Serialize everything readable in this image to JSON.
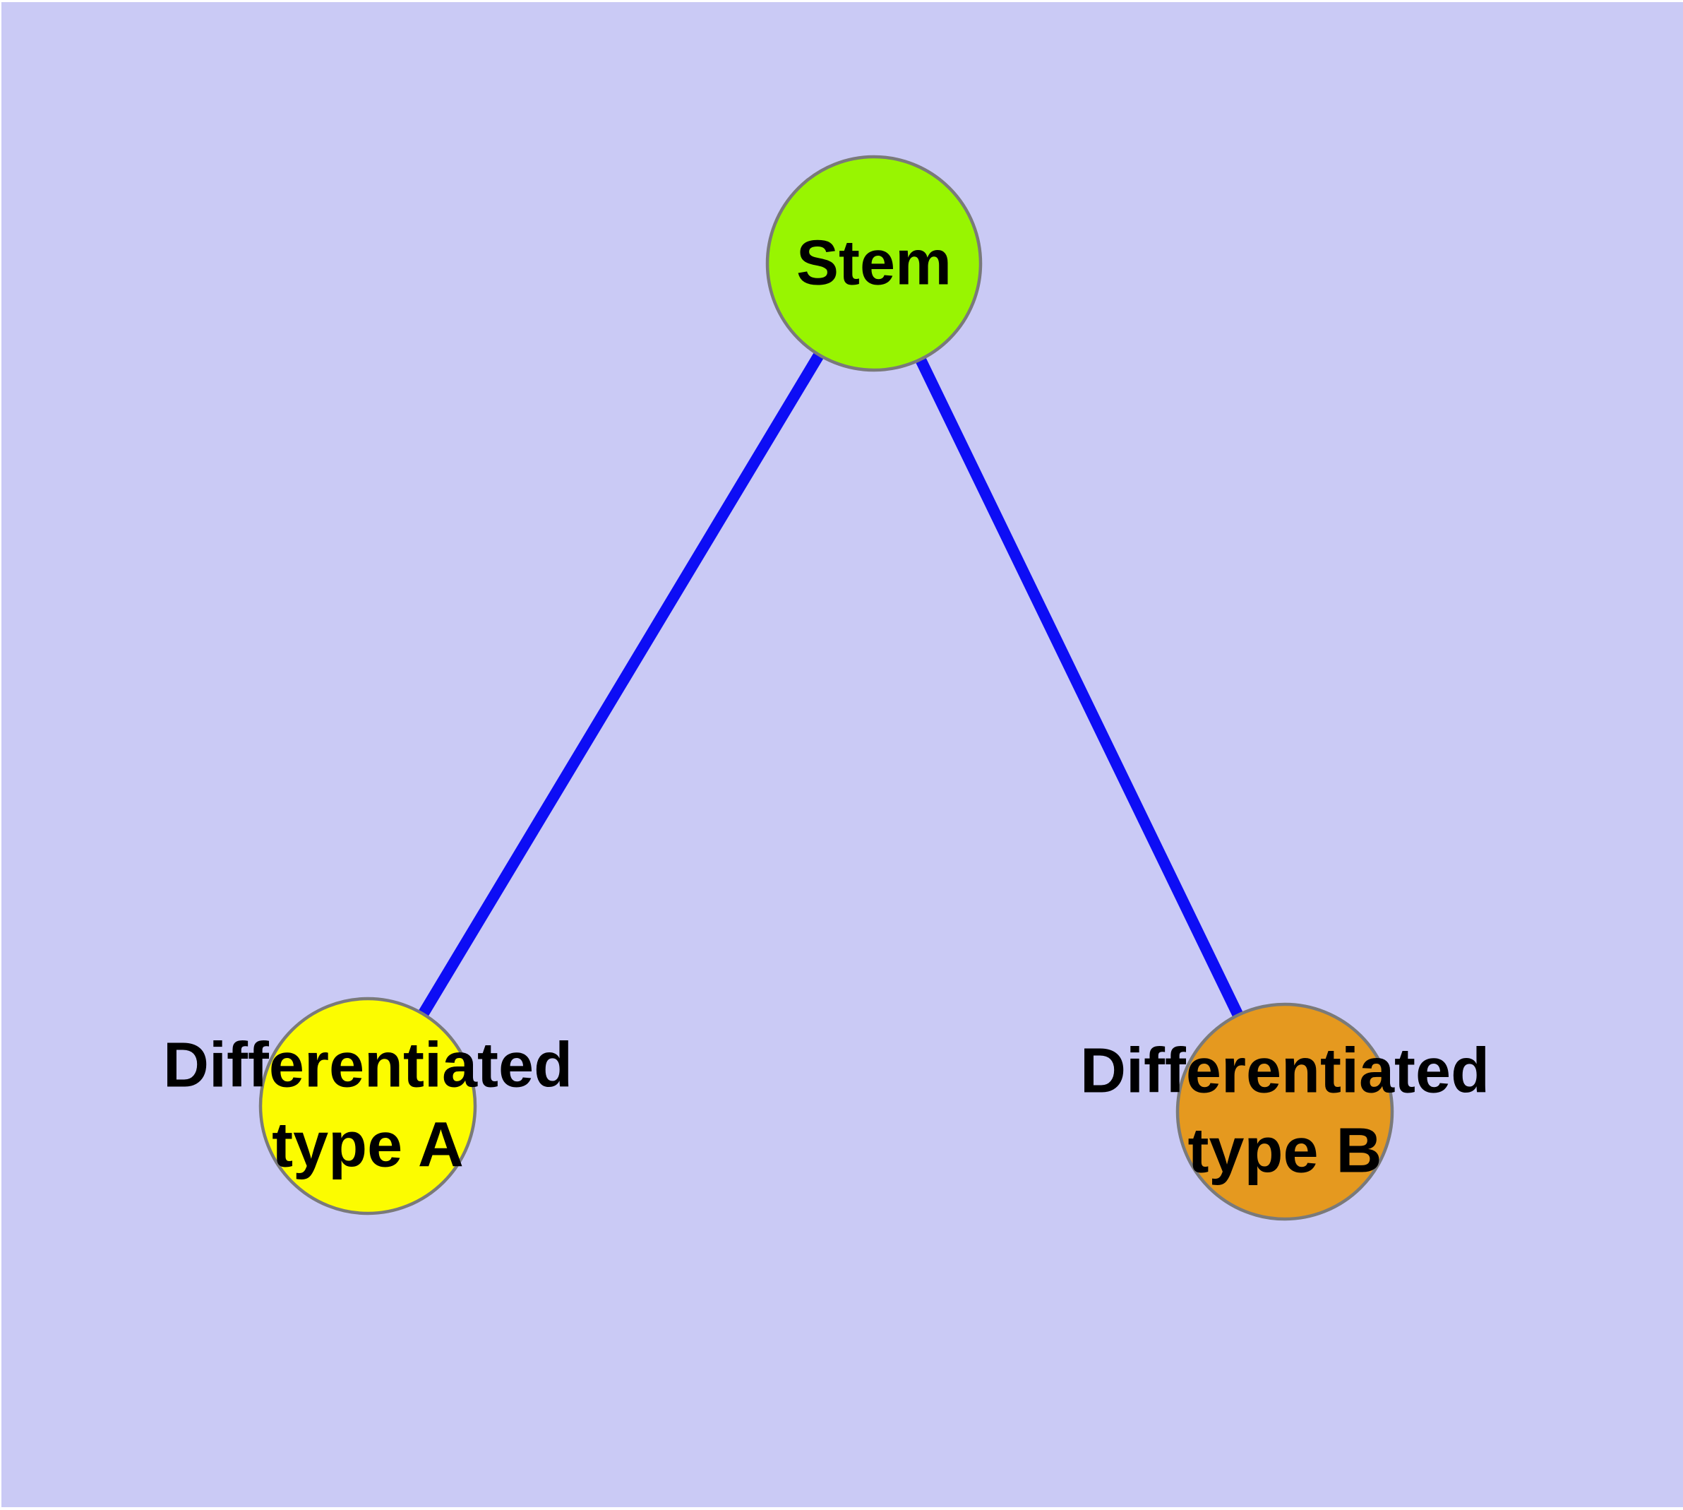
{
  "diagram": {
    "description": "Stem cell differentiation graph",
    "nodes": [
      {
        "id": "stem",
        "label": "Stem",
        "color": "#98f501"
      },
      {
        "id": "type-a",
        "label": "Differentiated\ntype A",
        "color": "#fcfc00"
      },
      {
        "id": "type-b",
        "label": "Differentiated\ntype B",
        "color": "#e5991f"
      }
    ],
    "edges": [
      {
        "from": "stem",
        "to": "type-a"
      },
      {
        "from": "stem",
        "to": "type-b"
      }
    ]
  },
  "colors": {
    "background": "#cacaf5",
    "page_margin": "#ffffff",
    "node_border": "#7a7a7a",
    "edge": "#0d0df5",
    "label_text": "#000000"
  }
}
